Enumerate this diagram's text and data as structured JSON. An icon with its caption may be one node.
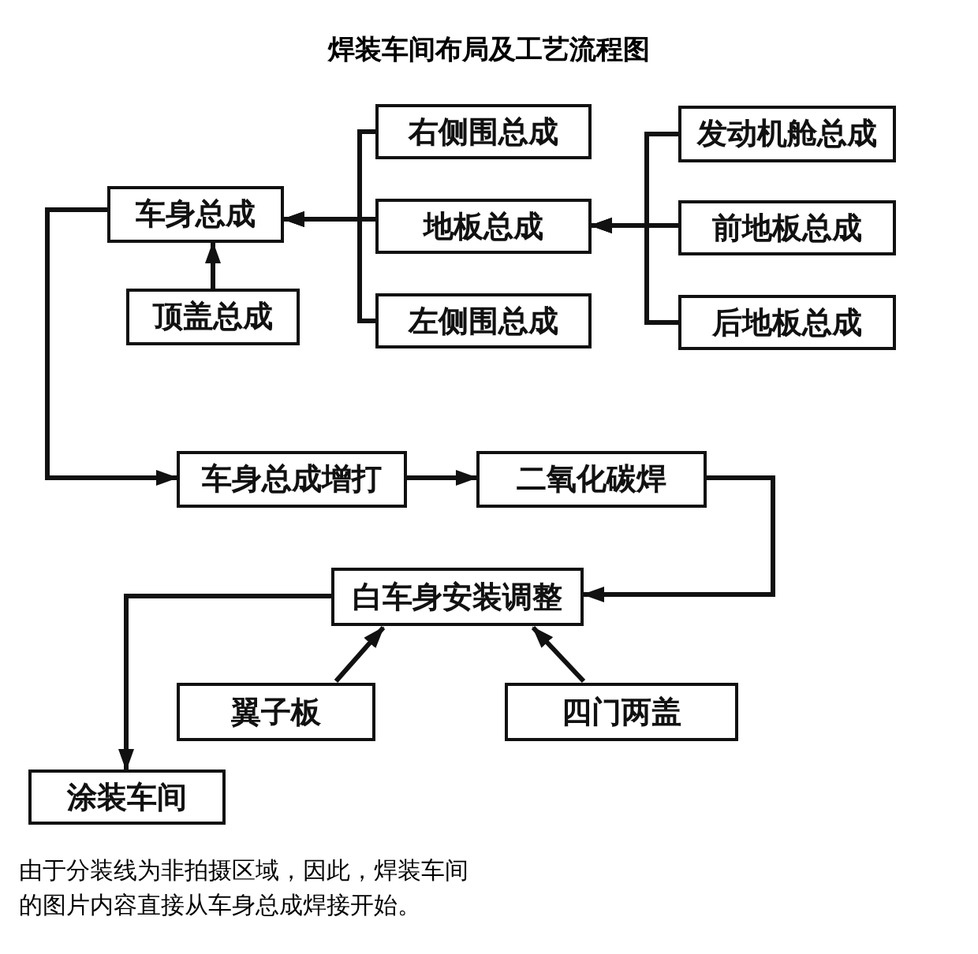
{
  "diagram": {
    "title": "焊装车间布局及工艺流程图",
    "caption": "由于分装线为非拍摄区域，因此，焊装车间的图片内容直接从车身总成焊接开始。",
    "nodes": [
      {
        "text": [
          "车身总成"
        ]
      },
      {
        "text": [
          "右侧围总成"
        ]
      },
      {
        "text": [
          "地板总成"
        ]
      },
      {
        "text": [
          "左侧围总成"
        ]
      },
      {
        "text": [
          "顶盖总成"
        ]
      },
      {
        "text": [
          "发动机舱总成"
        ]
      },
      {
        "text": [
          "前地板总成"
        ]
      },
      {
        "text": [
          "后地板总成"
        ]
      },
      {
        "text": [
          "车身总成增打"
        ]
      },
      {
        "text": [
          "二氧化碳焊"
        ]
      },
      {
        "text": [
          "白车身安装调整"
        ]
      },
      {
        "text": [
          "翼子板"
        ]
      },
      {
        "text": [
          "四门两盖"
        ]
      },
      {
        "text": [
          "涂装车间"
        ]
      }
    ],
    "edges": [
      {
        "from": 1,
        "to": 0,
        "arrow": "to"
      },
      {
        "from": 2,
        "to": 0,
        "arrow": "to"
      },
      {
        "from": 3,
        "to": 0,
        "arrow": "to"
      },
      {
        "from": 4,
        "to": 0,
        "arrow": "to"
      },
      {
        "from": 5,
        "to": 2,
        "arrow": "to"
      },
      {
        "from": 6,
        "to": 2,
        "arrow": "to"
      },
      {
        "from": 7,
        "to": 2,
        "arrow": "to"
      },
      {
        "from": 0,
        "to": 8,
        "arrow": "to"
      },
      {
        "from": 8,
        "to": 9,
        "arrow": "to"
      },
      {
        "from": 9,
        "to": 10,
        "arrow": "to"
      },
      {
        "from": 11,
        "to": 10,
        "arrow": "to"
      },
      {
        "from": 12,
        "to": 10,
        "arrow": "to"
      },
      {
        "from": 10,
        "to": 13,
        "arrow": "to"
      }
    ]
  }
}
